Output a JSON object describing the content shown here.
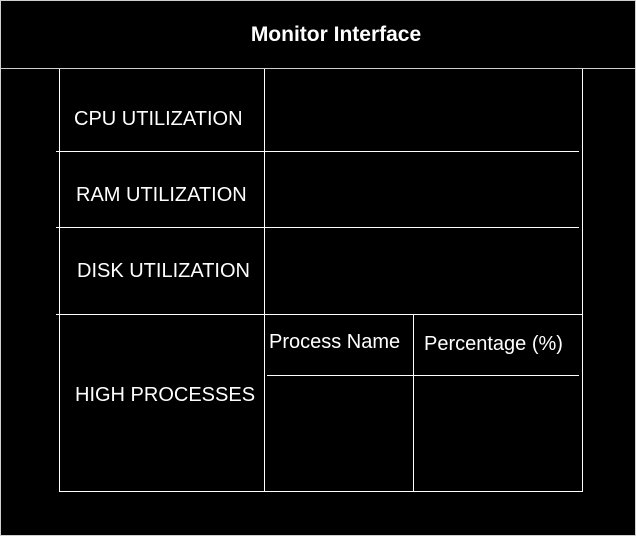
{
  "window": {
    "title": "Monitor Interface"
  },
  "metrics": {
    "cpu_label": "CPU UTILIZATION",
    "ram_label": "RAM UTILIZATION",
    "disk_label": "DISK UTILIZATION",
    "processes_label": "HIGH PROCESSES"
  },
  "process_table": {
    "columns": [
      "Process Name",
      "Percentage (%)"
    ]
  }
}
